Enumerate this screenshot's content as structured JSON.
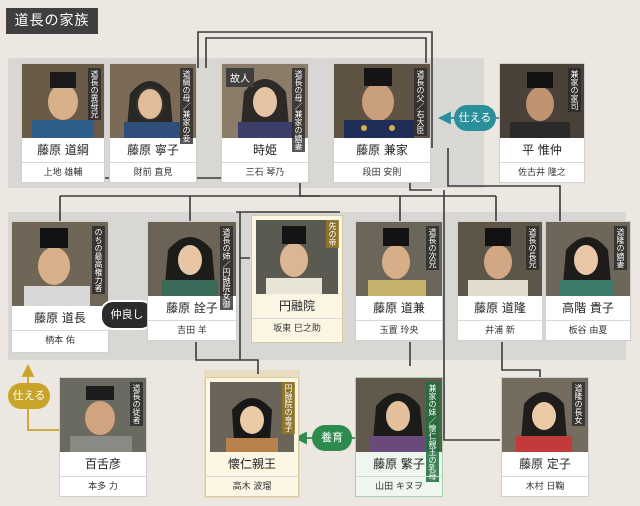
{
  "title": "道長の家族",
  "colors": {
    "teal": "#2a8f9a",
    "green": "#2e8b4e",
    "gold": "#c8a42a",
    "dark": "#2b2b2b"
  },
  "relations": {
    "serves_top": "仕える",
    "close": "仲良し",
    "raise": "養育",
    "serves_left": "仕える"
  },
  "cards": [
    {
      "id": "michitsuna",
      "desc": "道長の異母兄",
      "name": "藤原 道綱",
      "actor": "上地 雄輔"
    },
    {
      "id": "neiko",
      "desc": "道綱の母／兼家の妾",
      "name": "藤原 寧子",
      "actor": "財前 直見"
    },
    {
      "id": "tokihime",
      "desc": "道長の母／兼家の嫡妻",
      "name": "時姫",
      "actor": "三石 琴乃",
      "tag": "故人"
    },
    {
      "id": "kaneie",
      "desc": "道長の父／右大臣",
      "name": "藤原 兼家",
      "actor": "段田 安則"
    },
    {
      "id": "korenaka",
      "desc": "兼家の家司",
      "name": "平 惟仲",
      "actor": "佐古井 隆之"
    },
    {
      "id": "michinaga",
      "desc": "のちの最高権力者",
      "name": "藤原 道長",
      "actor": "柄本 佑"
    },
    {
      "id": "akiko",
      "desc": "道長の姉／円融院女御",
      "name": "藤原 詮子",
      "actor": "吉田 羊"
    },
    {
      "id": "enyuin",
      "desc": "先の帝",
      "name": "円融院",
      "actor": "坂東 巳之助"
    },
    {
      "id": "michikane",
      "desc": "道長の次兄",
      "name": "藤原 道兼",
      "actor": "玉置 玲央"
    },
    {
      "id": "michitaka",
      "desc": "道長の長兄",
      "name": "藤原 道隆",
      "actor": "井浦 新"
    },
    {
      "id": "takako",
      "desc": "道隆の嫡妻",
      "name": "高階 貴子",
      "actor": "板谷 由夏"
    },
    {
      "id": "hyakushi",
      "desc": "道長の従者",
      "name": "百舌彦",
      "actor": "本多 力"
    },
    {
      "id": "kaneyasu",
      "desc": "円融院の皇子",
      "name": "懐仁親王",
      "actor": "高木 波瑠"
    },
    {
      "id": "shigeko",
      "desc": "兼家の妹／懐仁親王の乳母",
      "name": "藤原 繁子",
      "actor": "山田 キヌヲ"
    },
    {
      "id": "sadako",
      "desc": "道隆の長女",
      "name": "藤原 定子",
      "actor": "木村 日鞠"
    }
  ]
}
